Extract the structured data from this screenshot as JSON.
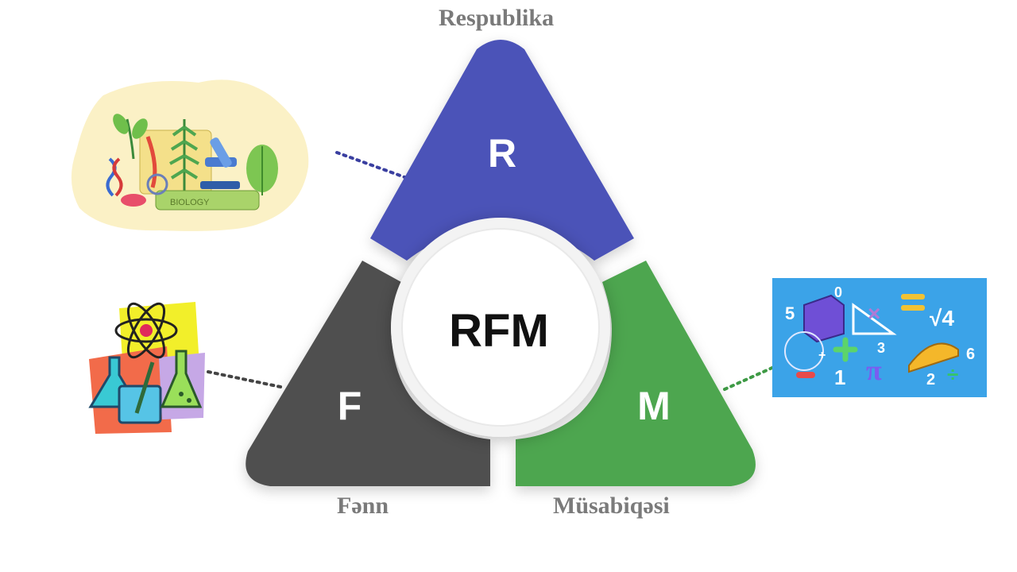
{
  "labels": {
    "top": "Respublika",
    "left": "Fənn",
    "right": "Müsabiqəsi"
  },
  "segments": {
    "top_letter": "R",
    "left_letter": "F",
    "right_letter": "M",
    "center_text": "RFM"
  },
  "colors": {
    "top": "#4b52b8",
    "left": "#4f4f4f",
    "right": "#4ea64f",
    "center_circle": "#ffffff",
    "label_text": "#7a7a7a"
  },
  "illustrations": {
    "biology": "biology-illustration",
    "chemistry": "chemistry-illustration",
    "math": "math-illustration",
    "math_symbols": [
      "5",
      "0",
      "√4",
      "3",
      "1",
      "2",
      "6",
      "π",
      "+",
      "×",
      "÷"
    ]
  }
}
